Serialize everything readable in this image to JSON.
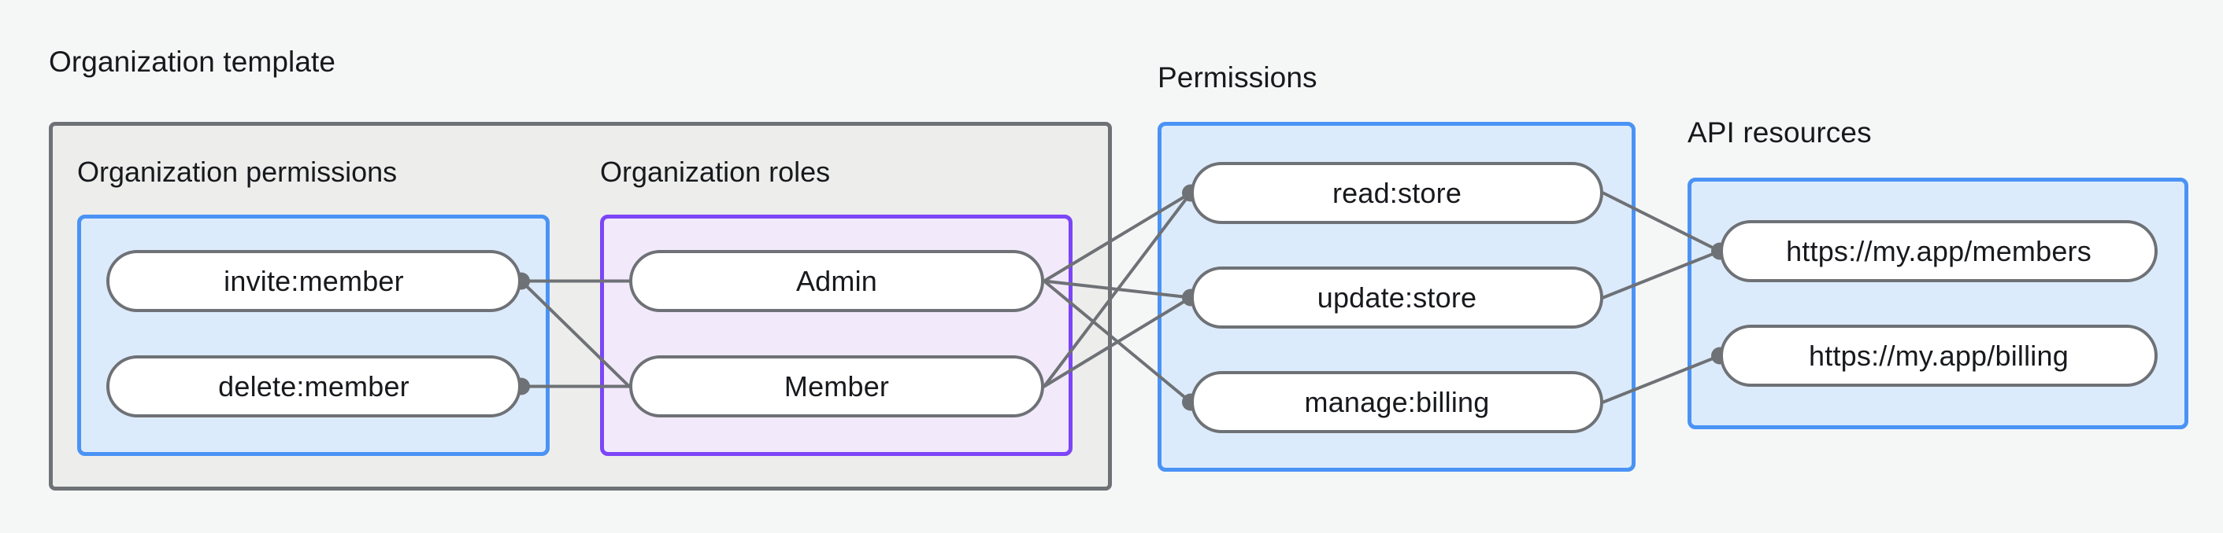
{
  "diagram": {
    "type": "flow-graph",
    "background_color": "#f5f7f7",
    "groups": [
      {
        "id": "org-template",
        "title": "Organization template",
        "border_color": "#6e7175",
        "fill_color": "#ededec",
        "subgroups": [
          {
            "id": "org-permissions",
            "title": "Organization permissions",
            "border_color": "#4a93f5",
            "fill_color": "#dcebfb",
            "nodes": [
              {
                "id": "invite-member",
                "label": "invite:member"
              },
              {
                "id": "delete-member",
                "label": "delete:member"
              }
            ]
          },
          {
            "id": "org-roles",
            "title": "Organization roles",
            "border_color": "#7c45f7",
            "fill_color": "#f2e9fb",
            "nodes": [
              {
                "id": "admin",
                "label": "Admin"
              },
              {
                "id": "member",
                "label": "Member"
              }
            ]
          }
        ]
      },
      {
        "id": "permissions",
        "title": "Permissions",
        "border_color": "#4a93f5",
        "fill_color": "#dcebfb",
        "nodes": [
          {
            "id": "read-store",
            "label": "read:store"
          },
          {
            "id": "update-store",
            "label": "update:store"
          },
          {
            "id": "manage-billing",
            "label": "manage:billing"
          }
        ]
      },
      {
        "id": "api-resources",
        "title": "API resources",
        "border_color": "#4a93f5",
        "fill_color": "#dcebfb",
        "nodes": [
          {
            "id": "members-url",
            "label": "https://my.app/members"
          },
          {
            "id": "billing-url",
            "label": "https://my.app/billing"
          }
        ]
      }
    ],
    "edges": [
      {
        "from": "invite-member",
        "to": "admin"
      },
      {
        "from": "invite-member",
        "to": "member"
      },
      {
        "from": "delete-member",
        "to": "member"
      },
      {
        "from": "admin",
        "to": "read-store"
      },
      {
        "from": "admin",
        "to": "update-store"
      },
      {
        "from": "admin",
        "to": "manage-billing"
      },
      {
        "from": "member",
        "to": "read-store"
      },
      {
        "from": "member",
        "to": "update-store"
      },
      {
        "from": "read-store",
        "to": "members-url"
      },
      {
        "from": "update-store",
        "to": "members-url"
      },
      {
        "from": "manage-billing",
        "to": "billing-url"
      }
    ],
    "edge_color": "#6e7175",
    "node_border_color": "#6e7175",
    "node_fill_color": "#ffffff",
    "text_color": "#17191c"
  }
}
